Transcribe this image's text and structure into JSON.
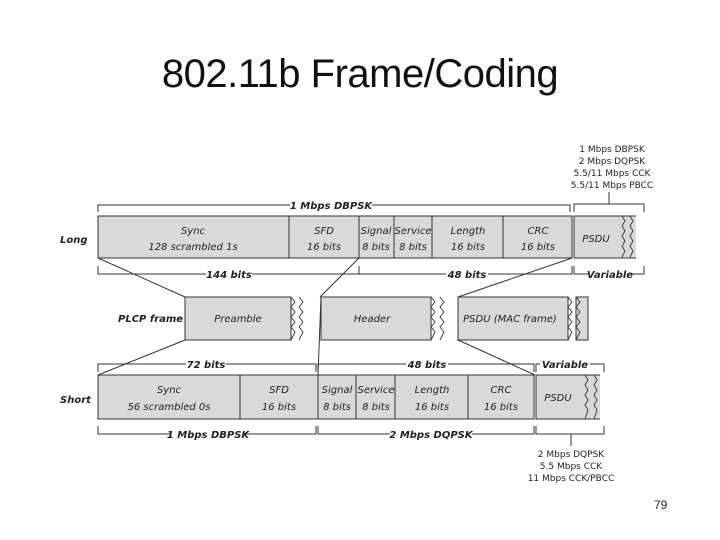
{
  "title": "802.11b Frame/Coding",
  "page_number": "79",
  "rows": {
    "long": "Long",
    "plcp": "PLCP frame",
    "short": "Short"
  },
  "long_rates": [
    "1 Mbps DBPSK",
    "2 Mbps DQPSK",
    "5.5/11 Mbps CCK",
    "5.5/11 Mbps PBCC"
  ],
  "long_top_bracket": "1 Mbps DBPSK",
  "long_fields": {
    "sync_name": "Sync",
    "sync_sub": "128 scrambled 1s",
    "sfd_name": "SFD",
    "sfd_sub": "16 bits",
    "signal_name": "Signal",
    "signal_sub": "8 bits",
    "service_name": "Service",
    "service_sub": "8 bits",
    "length_name": "Length",
    "length_sub": "16 bits",
    "crc_name": "CRC",
    "crc_sub": "16 bits",
    "psdu_name": "PSDU"
  },
  "long_bottom": {
    "preamble_bits": "144 bits",
    "header_bits": "48 bits",
    "psdu": "Variable"
  },
  "plcp_fields": {
    "preamble": "Preamble",
    "header": "Header",
    "psdu": "PSDU (MAC frame)"
  },
  "short_top": {
    "preamble_bits": "72 bits",
    "header_bits": "48 bits",
    "psdu": "Variable"
  },
  "short_fields": {
    "sync_name": "Sync",
    "sync_sub": "56 scrambled 0s",
    "sfd_name": "SFD",
    "sfd_sub": "16 bits",
    "signal_name": "Signal",
    "signal_sub": "8 bits",
    "service_name": "Service",
    "service_sub": "8 bits",
    "length_name": "Length",
    "length_sub": "16 bits",
    "crc_name": "CRC",
    "crc_sub": "16 bits",
    "psdu_name": "PSDU"
  },
  "short_bottom": {
    "preamble_rate": "1 Mbps DBPSK",
    "header_rate": "2 Mbps DQPSK"
  },
  "short_rates": [
    "2 Mbps DQPSK",
    "5.5 Mbps CCK",
    "11 Mbps CCK/PBCC"
  ]
}
